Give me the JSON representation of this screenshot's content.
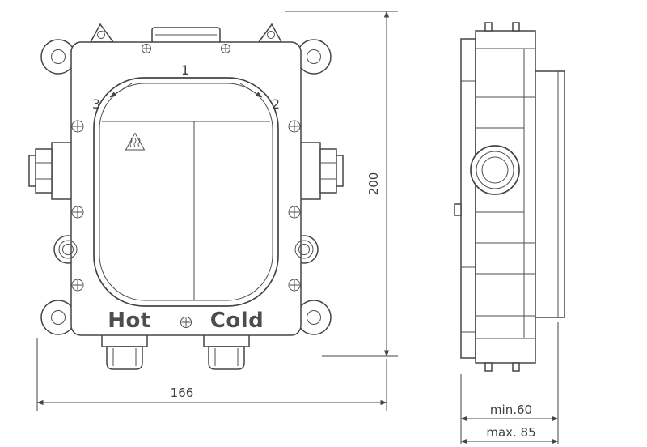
{
  "front_view": {
    "step_labels": {
      "one": "1",
      "two": "2",
      "three": "3"
    },
    "port_labels": {
      "hot": "Hot",
      "cold": "Cold"
    },
    "icons": {
      "warning": "hot-surface-warning-triangle"
    }
  },
  "dimensions": {
    "overall_width": "166",
    "overall_height": "200",
    "depth_min": "min.60",
    "depth_max": "max. 85"
  },
  "colors": {
    "line": "#454545",
    "text": "#3f3f3f",
    "background": "#ffffff"
  }
}
